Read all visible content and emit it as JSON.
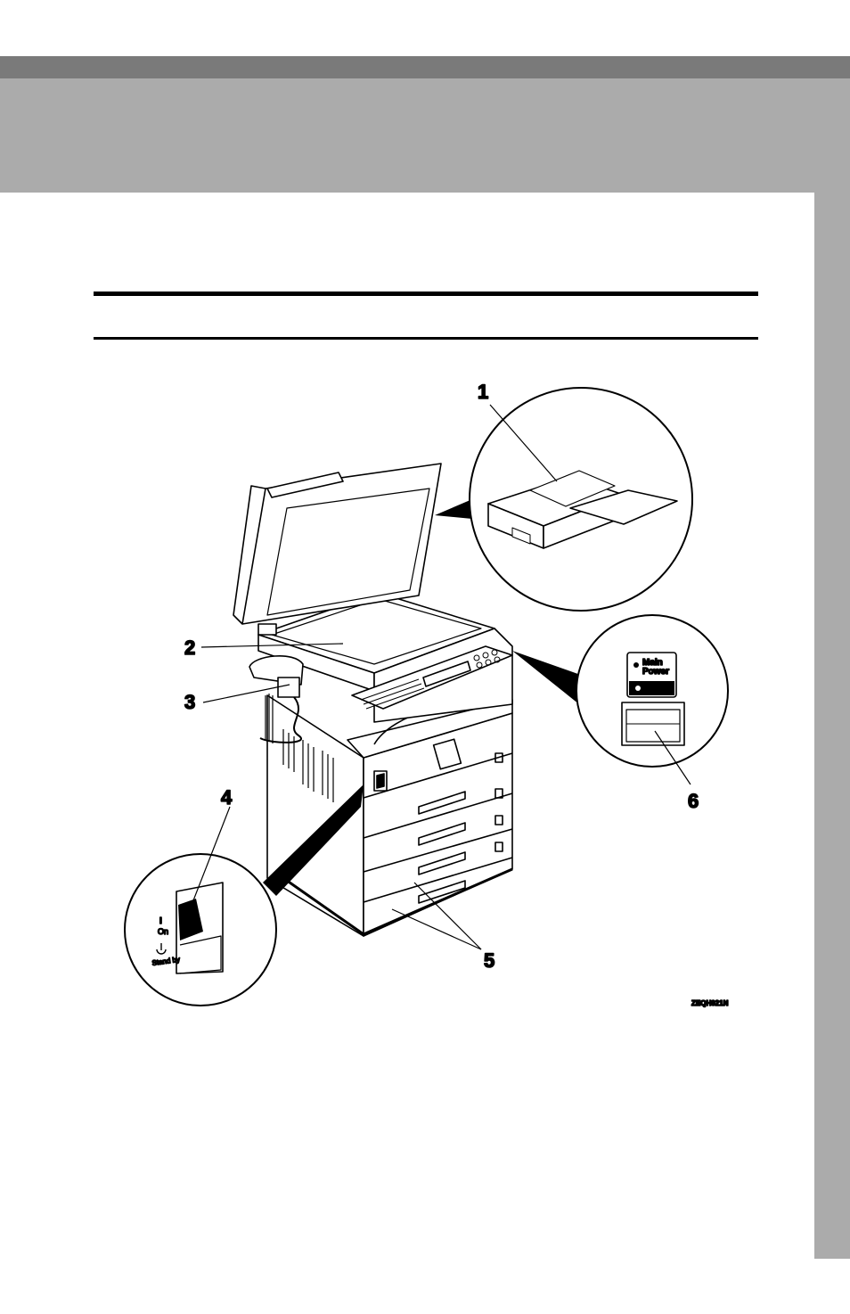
{
  "figure": {
    "callouts": [
      "1",
      "2",
      "3",
      "4",
      "5",
      "6"
    ],
    "power_label_main": "Main",
    "power_label_power": "Power",
    "power_label_on": "On",
    "switch_on_symbol": "I",
    "switch_on_label": "On",
    "switch_standby_label": "Stand by",
    "image_code": "ZEQH021N"
  }
}
